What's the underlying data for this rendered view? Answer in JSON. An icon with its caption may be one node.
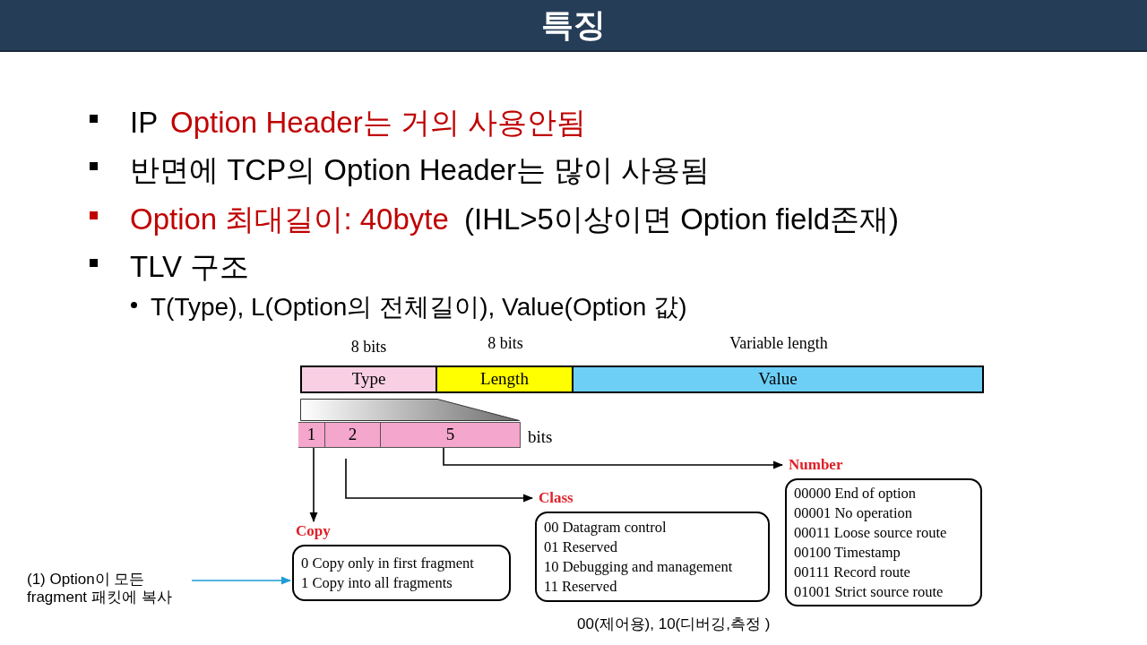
{
  "diagram": {
    "title": "특징",
    "nodes": [
      {
        "text": [
          "Type"
        ],
        "beside": [
          "8 bits"
        ]
      },
      {
        "text": [
          "Length"
        ],
        "beside": [
          "8 bits"
        ]
      },
      {
        "text": [
          "Value"
        ],
        "beside": [
          "Variable length"
        ]
      },
      {
        "text": [],
        "shape": "trapezoid"
      },
      {
        "text": [
          "1"
        ]
      },
      {
        "text": [
          "2"
        ]
      },
      {
        "text": [
          "5"
        ]
      },
      {
        "text": [
          "Copy",
          "0 Copy only in first fragment",
          "1 Copy into all fragments"
        ]
      },
      {
        "text": [
          "Class",
          "00 Datagram control",
          "01 Reserved",
          "10 Debugging and management",
          "11 Reserved"
        ]
      },
      {
        "text": [
          "Number",
          "00000 End of option",
          "00001 No operation",
          "00011 Loose source route",
          "00100 Timestamp",
          "00111 Record route",
          "01001 Strict source route"
        ]
      },
      {
        "text": [
          "(1) Option이 모든 fragment 패킷에 복사"
        ]
      }
    ],
    "edges": [
      {
        "from": 4,
        "to": 7,
        "arrow": "to"
      },
      {
        "from": 5,
        "to": 8,
        "arrow": "to"
      },
      {
        "from": 6,
        "to": 9,
        "arrow": "to"
      },
      {
        "from": 10,
        "to": 7,
        "arrow": "to",
        "color": "#1e9bd7"
      }
    ],
    "labels": [
      "IP",
      "Option Header는 거의 사용안됨",
      "반면에 TCP의 Option Header는 많이 사용됨",
      "Option 최대길이: 40byte",
      "(IHL>5이상이면 Option field존재)",
      "TLV 구조",
      "T(Type), L(Option의 전체길이), Value(Option 값)",
      "bits",
      "00(제어용), 10(디버깅,측정 )"
    ]
  }
}
